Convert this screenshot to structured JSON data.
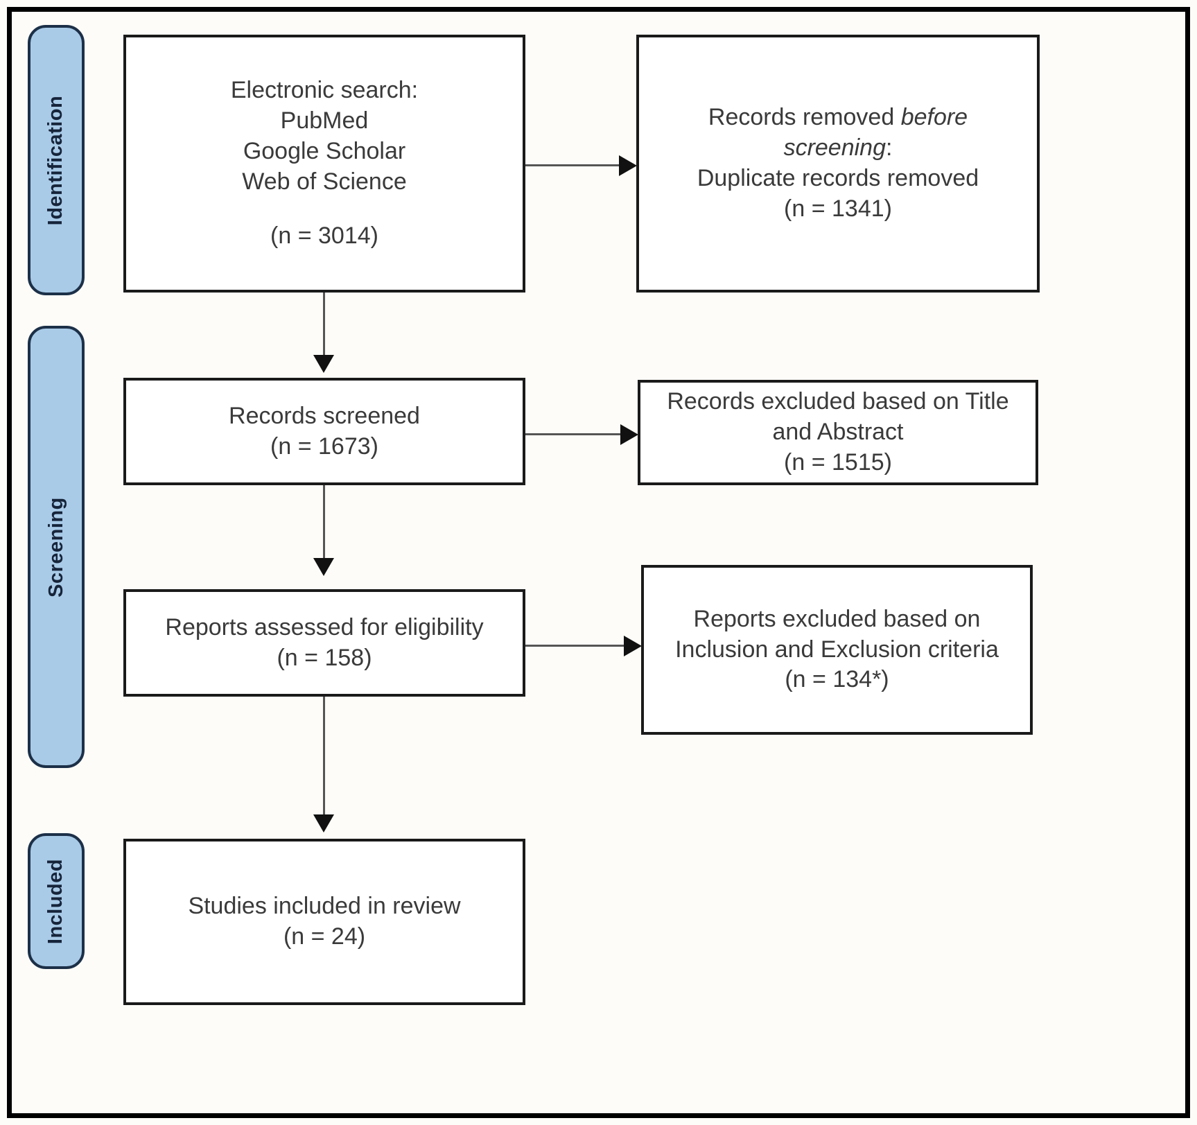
{
  "diagram": {
    "title": "PRISMA flow diagram",
    "accent_color": "#a9cbe8",
    "accent_border_color": "#1c3048",
    "box_border_color": "#1a1a1a",
    "text_color": "#3a3a3a",
    "connector_color": "#555555"
  },
  "stages": [
    {
      "id": "identification",
      "label": "Identification"
    },
    {
      "id": "screening",
      "label": "Screening"
    },
    {
      "id": "included",
      "label": "Included"
    }
  ],
  "boxes": {
    "identification_sources": {
      "lines": [
        {
          "text": "Electronic search:",
          "italic": false
        },
        {
          "text": "PubMed",
          "italic": false
        },
        {
          "text": "Google Scholar",
          "italic": false
        },
        {
          "text": "Web of Science",
          "italic": false
        },
        {
          "text": "",
          "italic": false
        },
        {
          "text": "(n = 3014)",
          "italic": false
        }
      ],
      "count": 3014
    },
    "records_removed": {
      "lines": [
        {
          "text": "Records removed ",
          "italic": false,
          "inline_italic": "before"
        },
        {
          "text": "screening:",
          "italic": true
        },
        {
          "text": "Duplicate records removed",
          "italic": false
        },
        {
          "text": "(n = 1341)",
          "italic": false
        }
      ],
      "count": 1341
    },
    "records_screened": {
      "lines": [
        {
          "text": "Records screened",
          "italic": false
        },
        {
          "text": "(n = 1673)",
          "italic": false
        }
      ],
      "count": 1673
    },
    "records_excluded": {
      "lines": [
        {
          "text": "Records excluded based on Title",
          "italic": false
        },
        {
          "text": "and Abstract",
          "italic": false
        },
        {
          "text": "(n = 1515)",
          "italic": false
        }
      ],
      "count": 1515
    },
    "reports_assessed": {
      "lines": [
        {
          "text": "Reports assessed for eligibility",
          "italic": false
        },
        {
          "text": "(n = 158)",
          "italic": false
        }
      ],
      "count": 158
    },
    "reports_excluded": {
      "lines": [
        {
          "text": "Reports excluded based on",
          "italic": false
        },
        {
          "text": "Inclusion and Exclusion criteria",
          "italic": false
        },
        {
          "text": "(n = 134*)",
          "italic": false
        }
      ],
      "count": 134
    },
    "studies_included": {
      "lines": [
        {
          "text": "Studies included in review",
          "italic": false
        },
        {
          "text": "(n = 24)",
          "italic": false
        }
      ],
      "count": 24
    }
  },
  "text": {
    "records_removed_l1_pre": "Records removed ",
    "records_removed_l1_em": "before",
    "records_removed_l2_em": "screening",
    "records_removed_l2_post": ":",
    "records_removed_l3": "Duplicate records removed",
    "records_removed_l4": "(n = 1341)",
    "sources_l1": "Electronic search:",
    "sources_l2": "PubMed",
    "sources_l3": "Google Scholar",
    "sources_l4": "Web of Science",
    "sources_l5": "(n = 3014)",
    "screened_l1": "Records screened",
    "screened_l2": "(n = 1673)",
    "rec_excl_l1": "Records excluded based on Title",
    "rec_excl_l2": "and Abstract",
    "rec_excl_l3": "(n = 1515)",
    "assessed_l1": "Reports assessed for eligibility",
    "assessed_l2": "(n = 158)",
    "rep_excl_l1": "Reports excluded based on",
    "rep_excl_l2": "Inclusion and Exclusion criteria",
    "rep_excl_l3": "(n = 134*)",
    "included_l1": "Studies included in review",
    "included_l2": "(n = 24)",
    "stage_identification": "Identification",
    "stage_screening": "Screening",
    "stage_included": "Included"
  }
}
